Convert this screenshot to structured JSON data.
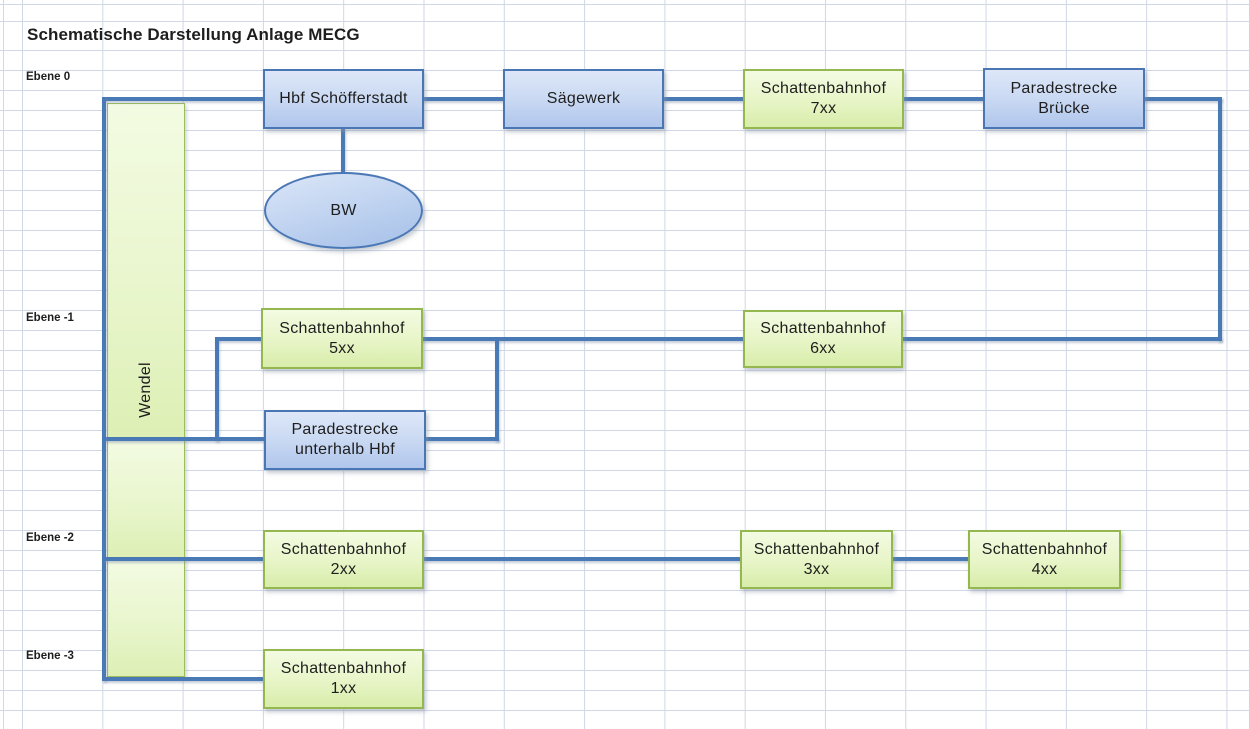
{
  "title": "Schematische Darstellung Anlage MECG",
  "levels": [
    {
      "label": "Ebene 0"
    },
    {
      "label": "Ebene -1"
    },
    {
      "label": "Ebene -2"
    },
    {
      "label": "Ebene -3"
    }
  ],
  "nodes": {
    "hbf": {
      "label": "Hbf Schöfferstadt",
      "type": "blue"
    },
    "saegewerk": {
      "label": "Sägewerk",
      "type": "blue"
    },
    "sbf7": {
      "line1": "Schattenbahnhof",
      "line2": "7xx",
      "type": "green"
    },
    "bruecke": {
      "line1": "Paradestrecke",
      "line2": "Brücke",
      "type": "blue"
    },
    "bw": {
      "label": "BW",
      "type": "blue-ellipse"
    },
    "wendel": {
      "label": "Wendel",
      "type": "green-column"
    },
    "sbf5": {
      "line1": "Schattenbahnhof",
      "line2": "5xx",
      "type": "green"
    },
    "sbf6": {
      "line1": "Schattenbahnhof",
      "line2": "6xx",
      "type": "green"
    },
    "unterhalb": {
      "line1": "Paradestrecke",
      "line2": "unterhalb Hbf",
      "type": "blue"
    },
    "sbf2": {
      "line1": "Schattenbahnhof",
      "line2": "2xx",
      "type": "green"
    },
    "sbf3": {
      "line1": "Schattenbahnhof",
      "line2": "3xx",
      "type": "green"
    },
    "sbf4": {
      "line1": "Schattenbahnhof",
      "line2": "4xx",
      "type": "green"
    },
    "sbf1": {
      "line1": "Schattenbahnhof",
      "line2": "1xx",
      "type": "green"
    }
  },
  "colors": {
    "blue_node_border": "#4a76b4",
    "blue_node_fill_top": "#dde7f8",
    "blue_node_fill_bottom": "#b0c6ec",
    "green_node_border": "#94b74f",
    "green_node_fill_top": "#f3fbe2",
    "green_node_fill_bottom": "#d8edaa",
    "connector": "#4a7ab5",
    "gridline": "#d0d7e5",
    "text": "#1e1e1e"
  }
}
